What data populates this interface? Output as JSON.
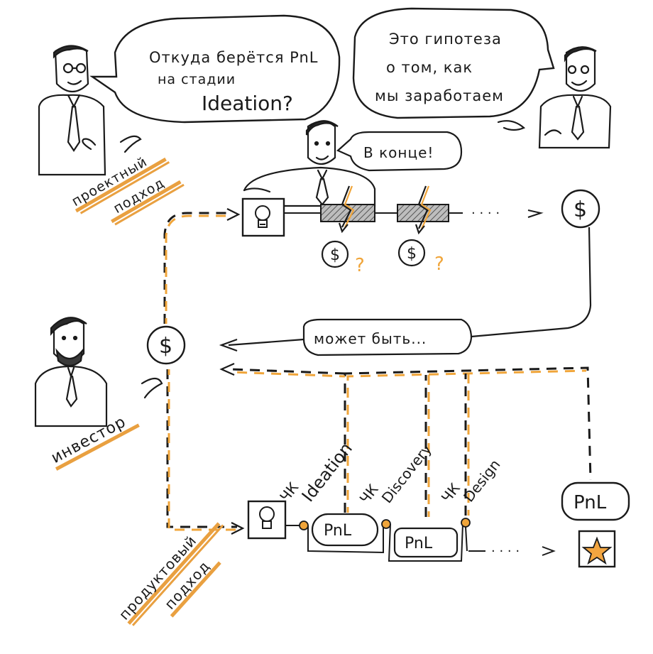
{
  "bubbles": {
    "question": [
      "Откуда берётся PnL",
      "на стадии",
      "Ideation?"
    ],
    "hypothesis": [
      "Это гипотеза",
      "о том, как",
      "мы заработаем"
    ],
    "at_end": "В конце!",
    "maybe": "может быть..."
  },
  "labels": {
    "project_approach": [
      "проектный",
      "подход"
    ],
    "product_approach": [
      "продуктовый",
      "подход"
    ],
    "investor": "инвестор"
  },
  "stages": [
    {
      "code": "ЧК",
      "name": "Ideation"
    },
    {
      "code": "ЧК",
      "name": "Discovery"
    },
    {
      "code": "ЧК",
      "name": "Design"
    }
  ],
  "symbols": {
    "dollar": "$",
    "question_mark": "?",
    "pnl": "PnL",
    "dots": "· · · ·"
  },
  "colors": {
    "ink": "#1a1a1a",
    "accent_orange": "#f0a53a",
    "underline_orange": "#e9a040",
    "hatch": "#8a8a8a",
    "star": "#f2a540"
  },
  "icons": [
    "lightbulb-icon",
    "star-icon",
    "dollar-coin-icon"
  ]
}
